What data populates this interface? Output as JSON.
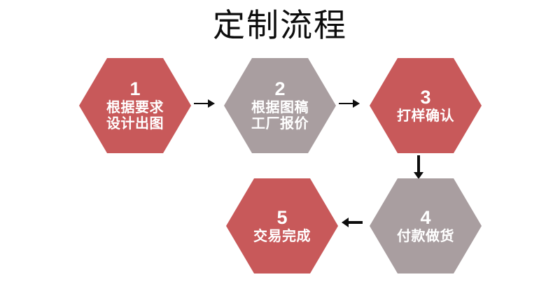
{
  "page": {
    "title": "定制流程",
    "background_color": "#ffffff",
    "title_color": "#0d0d0d"
  },
  "colors": {
    "accent_red": "#c8595a",
    "accent_gray": "#a99ea0",
    "node_text": "#ffffff",
    "arrow": "#0d0d0d"
  },
  "flow": {
    "steps": [
      {
        "number": "1",
        "label_line1": "根据要求",
        "label_line2": "设计出图",
        "color": "#c8595a",
        "color_name": "red"
      },
      {
        "number": "2",
        "label_line1": "根据图稿",
        "label_line2": "工厂报价",
        "color": "#a99ea0",
        "color_name": "gray"
      },
      {
        "number": "3",
        "label_line1": "打样确认",
        "label_line2": "",
        "color": "#c8595a",
        "color_name": "red"
      },
      {
        "number": "4",
        "label_line1": "付款做货",
        "label_line2": "",
        "color": "#a99ea0",
        "color_name": "gray"
      },
      {
        "number": "5",
        "label_line1": "交易完成",
        "label_line2": "",
        "color": "#c8595a",
        "color_name": "red"
      }
    ],
    "connectors": [
      {
        "from": "1",
        "to": "2",
        "direction": "right"
      },
      {
        "from": "2",
        "to": "3",
        "direction": "right"
      },
      {
        "from": "3",
        "to": "4",
        "direction": "down"
      },
      {
        "from": "4",
        "to": "5",
        "direction": "left"
      }
    ]
  }
}
